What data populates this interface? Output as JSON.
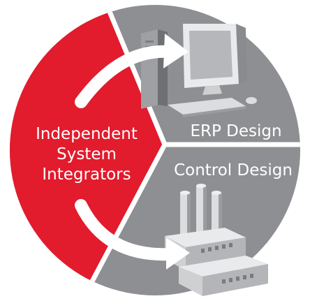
{
  "diagram": {
    "center_label": [
      "Independent",
      "System",
      "Integrators"
    ],
    "top_right_label": "ERP Design",
    "bottom_right_label": "Control Design",
    "icons": {
      "top_right": "desktop-computer-icon",
      "bottom_right": "factory-icon"
    },
    "colors": {
      "left_segment": "#e21b2d",
      "right_segments": "#8e8f92",
      "divider": "#ffffff",
      "arrow": "#ffffff"
    }
  }
}
